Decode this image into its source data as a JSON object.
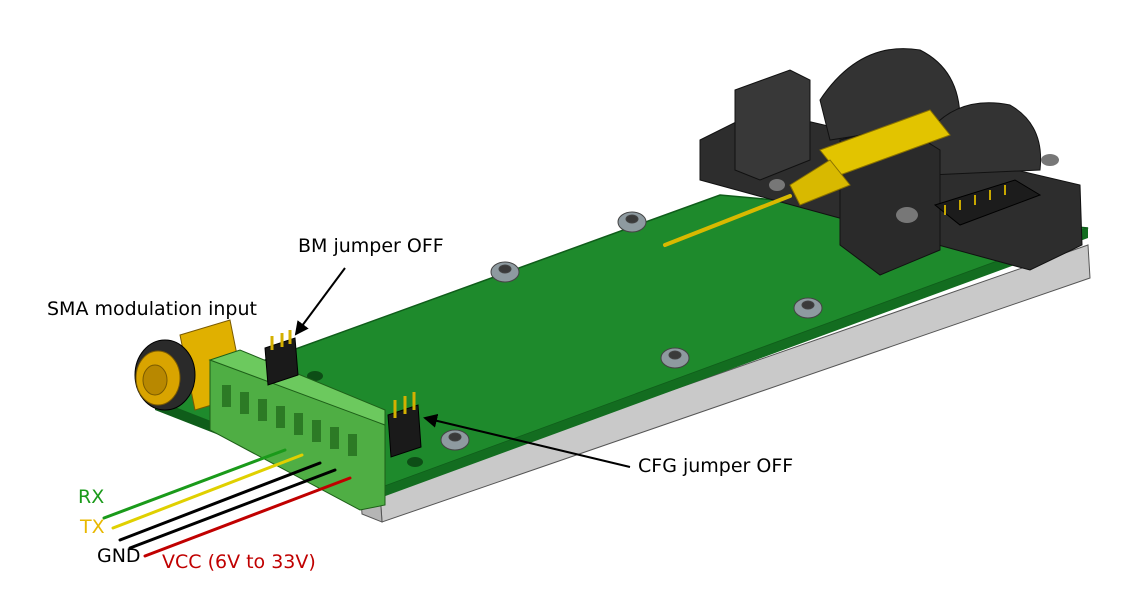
{
  "labels": {
    "bm_jumper": "BM jumper OFF",
    "sma_input": "SMA modulation input",
    "cfg_jumper": "CFG jumper OFF",
    "rx": "RX",
    "tx": "TX",
    "gnd": "GND",
    "vcc": "VCC (6V to 33V)"
  },
  "colors": {
    "pcb": "#1e8a2c",
    "pcb_edge": "#0f5d1a",
    "rx_wire": "#1a9a1a",
    "tx_wire": "#e0d000",
    "gnd_wire": "#000000",
    "vcc_wire": "#c00000",
    "rx_text": "#1a9a1a",
    "tx_text": "#e8b800",
    "gnd_text": "#000000",
    "vcc_text": "#c00000",
    "label_text": "#000000"
  }
}
